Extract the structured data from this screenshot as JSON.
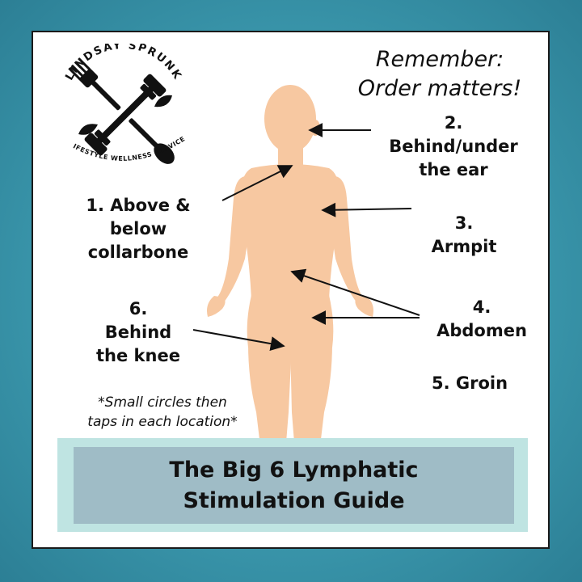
{
  "logo": {
    "brand_name": "LINDSAY SPRUNK",
    "tagline": "LIFESTYLE WELLNESS SERVICES"
  },
  "reminder": {
    "line1": "Remember:",
    "line2": "Order matters!"
  },
  "labels": {
    "above_below_collarbone": [
      "1. Above &",
      "below",
      "collarbone"
    ],
    "behind_under_ear": [
      "2.",
      "Behind/under",
      "the ear"
    ],
    "armpit": [
      "3.",
      "Armpit"
    ],
    "abdomen": [
      "4.",
      "Abdomen"
    ],
    "groin": "5. Groin",
    "behind_knee": [
      "6.",
      "Behind",
      "the knee"
    ]
  },
  "note": {
    "line1": "*Small circles then",
    "line2": "taps in each location*"
  },
  "banner": {
    "line1": "The Big 6 Lymphatic",
    "line2": "Stimulation Guide"
  },
  "colors": {
    "background": "#3b98ad",
    "card": "#ffffff",
    "body_silhouette": "#f7c8a1",
    "banner_outer": "#bfe4e2",
    "banner_inner": "#9fbcc6",
    "text": "#111111"
  },
  "icons": [
    "fork-icon",
    "spoon-icon",
    "dumbbell-icon",
    "leaf-icon"
  ]
}
